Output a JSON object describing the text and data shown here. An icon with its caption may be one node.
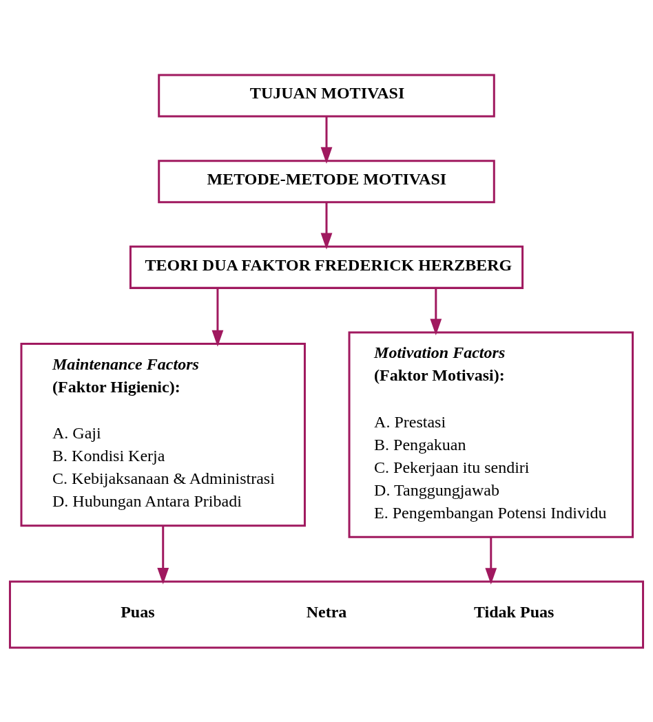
{
  "diagram": {
    "nodes": [
      {
        "text": [
          "TUJUAN MOTIVASI"
        ]
      },
      {
        "text": [
          "METODE-METODE MOTIVASI"
        ]
      },
      {
        "text": [
          "TEORI DUA FAKTOR FREDERICK HERZBERG"
        ]
      },
      {
        "text": [
          "Maintenance Factors",
          "(Faktor Higienic):",
          "A. Gaji",
          "B. Kondisi Kerja",
          "C. Kebijaksanaan & Administrasi",
          "D. Hubungan Antara Pribadi"
        ]
      },
      {
        "text": [
          "Motivation Factors",
          "(Faktor Motivasi):",
          "A. Prestasi",
          "B. Pengakuan",
          "C. Pekerjaan itu sendiri",
          "D. Tanggungjawab",
          "E. Pengembangan Potensi Individu"
        ]
      },
      {
        "text": [
          "Puas",
          "Netra",
          "Tidak Puas"
        ]
      }
    ],
    "edges": [
      {
        "from": 0,
        "to": 1,
        "arrow": "to"
      },
      {
        "from": 1,
        "to": 2,
        "arrow": "to"
      },
      {
        "from": 2,
        "to": 3,
        "arrow": "to"
      },
      {
        "from": 2,
        "to": 4,
        "arrow": "to"
      },
      {
        "from": 3,
        "to": 5,
        "arrow": "to"
      },
      {
        "from": 4,
        "to": 5,
        "arrow": "to"
      }
    ]
  }
}
